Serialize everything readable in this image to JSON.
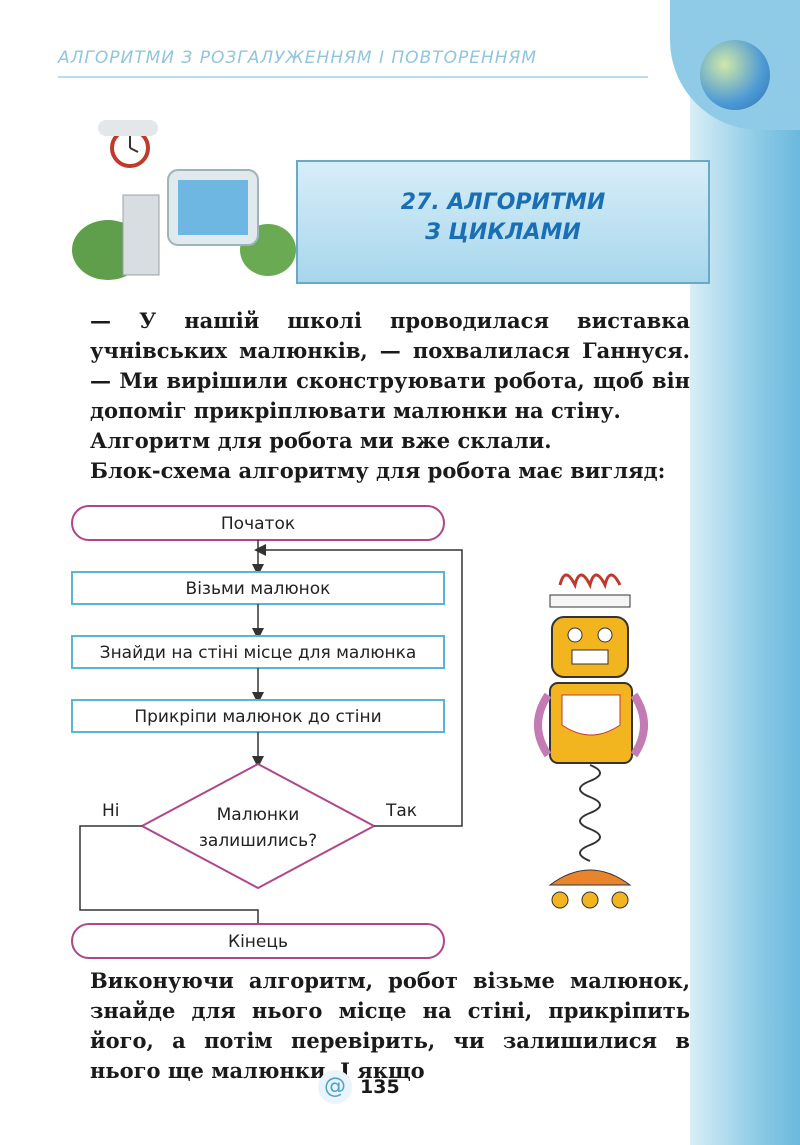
{
  "header": {
    "section_title": "Алгоритми з розгалуженням і повторенням"
  },
  "banner": {
    "line1": "27. АЛГОРИТМИ",
    "line2": "З ЦИКЛАМИ"
  },
  "paragraphs": [
    "— У нашій школі проводилася виставка учнівських малюнків, — похвалилася Ганнуся. — Ми вирішили сконструювати робота, щоб він допоміг прикріплювати малюнки на стіну.",
    "Алгоритм для робота ми вже склали.",
    "Блок-схема алгоритму для робота має вигляд:"
  ],
  "flowchart": {
    "start": "Початок",
    "step1": "Візьми малюнок",
    "step2": "Знайди на стіні місце для малюнка",
    "step3": "Прикріпи малюнок до стіни",
    "condition_line1": "Малюнки",
    "condition_line2": "залишились?",
    "no_label": "Ні",
    "yes_label": "Так",
    "end": "Кінець"
  },
  "closing_paragraph": "Виконуючи алгоритм, робот візьме малюнок, знайде для нього місце на стіні, прикріпить його, а потім перевірить, чи залишилися в нього ще малюнки. І якщо",
  "page_number": "135",
  "colors": {
    "accent": "#1a6fb4",
    "terminator_border": "#b0458c",
    "process_border": "#5ab4d6",
    "strip": "#8fcbe6"
  },
  "icons": {
    "page_icon": "at-icon",
    "globe": "globe-icon"
  }
}
